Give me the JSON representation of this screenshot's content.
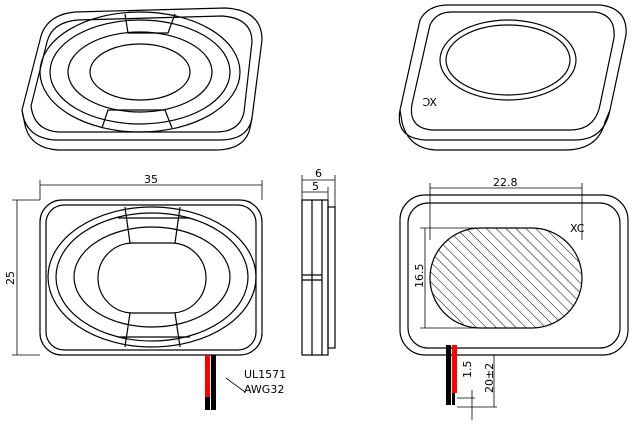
{
  "dimensions": {
    "width": "35",
    "height": "25",
    "thickness_total": "6",
    "thickness_body": "5",
    "cone_width": "22.8",
    "cone_height": "16.5",
    "wire_strip": "1.5",
    "wire_length": "20±2"
  },
  "labels": {
    "wire_type": "UL1571",
    "wire_gauge": "AWG32",
    "brand_mark": "XC",
    "brand_mark_iso": "XC"
  },
  "colors": {
    "wire_red": "#ff0000",
    "wire_black": "#000000"
  }
}
